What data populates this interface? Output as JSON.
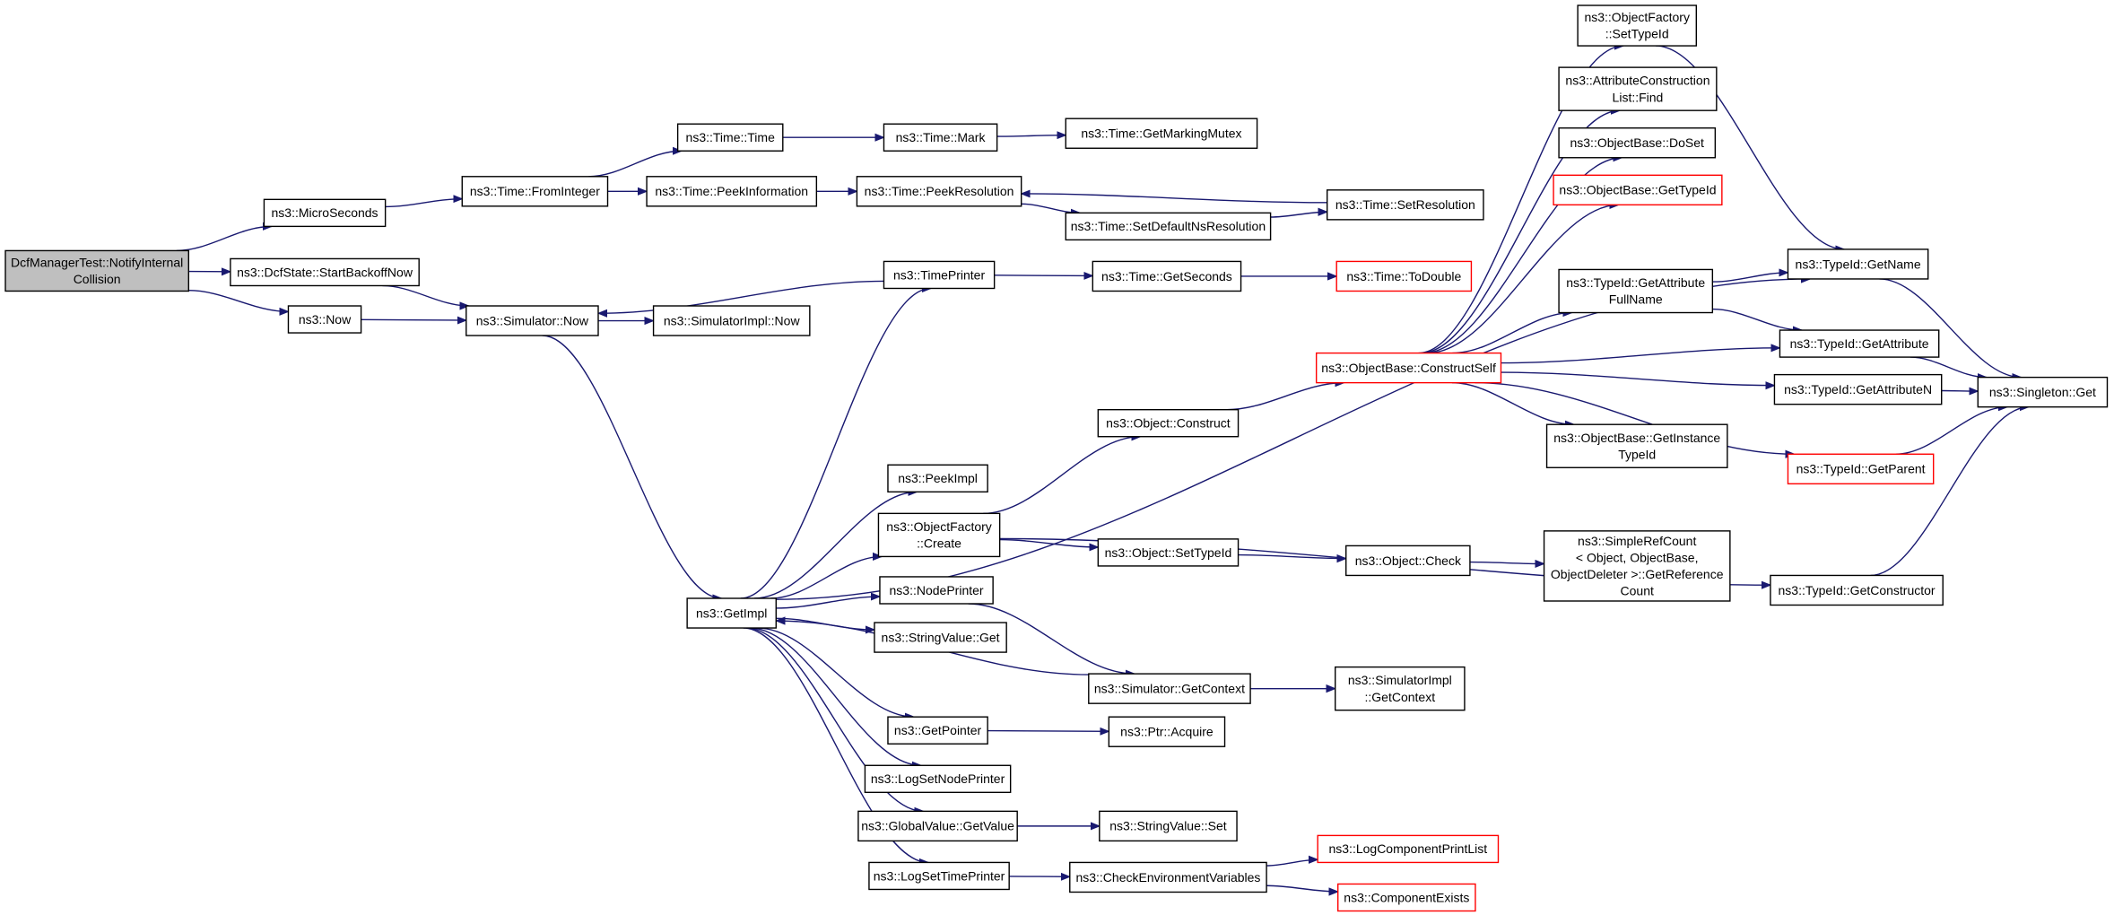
{
  "colors": {
    "edge": "#191970",
    "border_normal": "#000000",
    "border_truncated": "#ff0000",
    "root_fill": "#bfbfbf",
    "node_fill": "#ffffff"
  },
  "nodes": [
    {
      "id": "root",
      "lines": [
        "DcfManagerTest::NotifyInternal",
        "Collision"
      ],
      "style": "root"
    },
    {
      "id": "microseconds",
      "lines": [
        "ns3::MicroSeconds"
      ],
      "style": "normal"
    },
    {
      "id": "startbackoff",
      "lines": [
        "ns3::DcfState::StartBackoffNow"
      ],
      "style": "normal"
    },
    {
      "id": "now",
      "lines": [
        "ns3::Now"
      ],
      "style": "normal"
    },
    {
      "id": "frominteger",
      "lines": [
        "ns3::Time::FromInteger"
      ],
      "style": "normal"
    },
    {
      "id": "simnow",
      "lines": [
        "ns3::Simulator::Now"
      ],
      "style": "normal"
    },
    {
      "id": "simimplnow",
      "lines": [
        "ns3::SimulatorImpl::Now"
      ],
      "style": "normal"
    },
    {
      "id": "timetime",
      "lines": [
        "ns3::Time::Time"
      ],
      "style": "normal"
    },
    {
      "id": "peekinfo",
      "lines": [
        "ns3::Time::PeekInformation"
      ],
      "style": "normal"
    },
    {
      "id": "timemark",
      "lines": [
        "ns3::Time::Mark"
      ],
      "style": "normal"
    },
    {
      "id": "markingmutex",
      "lines": [
        "ns3::Time::GetMarkingMutex"
      ],
      "style": "normal"
    },
    {
      "id": "peekres",
      "lines": [
        "ns3::Time::PeekResolution"
      ],
      "style": "normal"
    },
    {
      "id": "setdefaultns",
      "lines": [
        "ns3::Time::SetDefaultNsResolution"
      ],
      "style": "normal"
    },
    {
      "id": "setres",
      "lines": [
        "ns3::Time::SetResolution"
      ],
      "style": "normal"
    },
    {
      "id": "timeprinter",
      "lines": [
        "ns3::TimePrinter"
      ],
      "style": "normal"
    },
    {
      "id": "getseconds",
      "lines": [
        "ns3::Time::GetSeconds"
      ],
      "style": "normal"
    },
    {
      "id": "todouble",
      "lines": [
        "ns3::Time::ToDouble"
      ],
      "style": "truncated"
    },
    {
      "id": "getimpl",
      "lines": [
        "ns3::GetImpl"
      ],
      "style": "normal"
    },
    {
      "id": "peekimpl",
      "lines": [
        "ns3::PeekImpl"
      ],
      "style": "normal"
    },
    {
      "id": "ofcreate",
      "lines": [
        "ns3::ObjectFactory",
        "::Create"
      ],
      "style": "normal"
    },
    {
      "id": "nodeprinter",
      "lines": [
        "ns3::NodePrinter"
      ],
      "style": "normal"
    },
    {
      "id": "svget",
      "lines": [
        "ns3::StringValue::Get"
      ],
      "style": "normal"
    },
    {
      "id": "getpointer",
      "lines": [
        "ns3::GetPointer"
      ],
      "style": "normal"
    },
    {
      "id": "logsetnode",
      "lines": [
        "ns3::LogSetNodePrinter"
      ],
      "style": "normal"
    },
    {
      "id": "gvgetvalue",
      "lines": [
        "ns3::GlobalValue::GetValue"
      ],
      "style": "normal"
    },
    {
      "id": "logsettime",
      "lines": [
        "ns3::LogSetTimePrinter"
      ],
      "style": "normal"
    },
    {
      "id": "objconstruct",
      "lines": [
        "ns3::Object::Construct"
      ],
      "style": "normal"
    },
    {
      "id": "objsettypeid",
      "lines": [
        "ns3::Object::SetTypeId"
      ],
      "style": "normal"
    },
    {
      "id": "simgetcontext",
      "lines": [
        "ns3::Simulator::GetContext"
      ],
      "style": "normal"
    },
    {
      "id": "ptracquire",
      "lines": [
        "ns3::Ptr::Acquire"
      ],
      "style": "normal"
    },
    {
      "id": "svset",
      "lines": [
        "ns3::StringValue::Set"
      ],
      "style": "normal"
    },
    {
      "id": "checkenv",
      "lines": [
        "ns3::CheckEnvironmentVariables"
      ],
      "style": "normal"
    },
    {
      "id": "constructself",
      "lines": [
        "ns3::ObjectBase::ConstructSelf"
      ],
      "style": "truncated"
    },
    {
      "id": "objcheck",
      "lines": [
        "ns3::Object::Check"
      ],
      "style": "normal"
    },
    {
      "id": "simimplgetcontext",
      "lines": [
        "ns3::SimulatorImpl",
        "::GetContext"
      ],
      "style": "normal"
    },
    {
      "id": "logcomplist",
      "lines": [
        "ns3::LogComponentPrintList"
      ],
      "style": "truncated"
    },
    {
      "id": "compexists",
      "lines": [
        "ns3::ComponentExists"
      ],
      "style": "truncated"
    },
    {
      "id": "ofsettypeid",
      "lines": [
        "ns3::ObjectFactory",
        "::SetTypeId"
      ],
      "style": "normal"
    },
    {
      "id": "aclfind",
      "lines": [
        "ns3::AttributeConstruction",
        "List::Find"
      ],
      "style": "normal"
    },
    {
      "id": "obdoset",
      "lines": [
        "ns3::ObjectBase::DoSet"
      ],
      "style": "normal"
    },
    {
      "id": "obgettypeid",
      "lines": [
        "ns3::ObjectBase::GetTypeId"
      ],
      "style": "truncated"
    },
    {
      "id": "getattrfull",
      "lines": [
        "ns3::TypeId::GetAttribute",
        "FullName"
      ],
      "style": "normal"
    },
    {
      "id": "obgetinst",
      "lines": [
        "ns3::ObjectBase::GetInstance",
        "TypeId"
      ],
      "style": "normal"
    },
    {
      "id": "simplerefcount",
      "lines": [
        "ns3::SimpleRefCount",
        "< Object, ObjectBase,",
        "ObjectDeleter >::GetReference",
        "Count"
      ],
      "style": "normal"
    },
    {
      "id": "tidgetname",
      "lines": [
        "ns3::TypeId::GetName"
      ],
      "style": "normal"
    },
    {
      "id": "tidgetattr",
      "lines": [
        "ns3::TypeId::GetAttribute"
      ],
      "style": "normal"
    },
    {
      "id": "tidgetattrn",
      "lines": [
        "ns3::TypeId::GetAttributeN"
      ],
      "style": "normal"
    },
    {
      "id": "tidgetparent",
      "lines": [
        "ns3::TypeId::GetParent"
      ],
      "style": "truncated"
    },
    {
      "id": "tidgetctor",
      "lines": [
        "ns3::TypeId::GetConstructor"
      ],
      "style": "normal"
    },
    {
      "id": "singletonget",
      "lines": [
        "ns3::Singleton::Get"
      ],
      "style": "normal"
    }
  ],
  "edges": [
    [
      "root",
      "microseconds"
    ],
    [
      "root",
      "startbackoff"
    ],
    [
      "root",
      "now"
    ],
    [
      "microseconds",
      "frominteger"
    ],
    [
      "startbackoff",
      "simnow"
    ],
    [
      "now",
      "simnow"
    ],
    [
      "frominteger",
      "timetime"
    ],
    [
      "frominteger",
      "peekinfo"
    ],
    [
      "timetime",
      "timemark"
    ],
    [
      "timemark",
      "markingmutex"
    ],
    [
      "peekinfo",
      "peekres"
    ],
    [
      "peekres",
      "setdefaultns"
    ],
    [
      "setdefaultns",
      "setres"
    ],
    [
      "setres",
      "peekres"
    ],
    [
      "simnow",
      "simimplnow"
    ],
    [
      "simnow",
      "getimpl"
    ],
    [
      "timeprinter",
      "simnow"
    ],
    [
      "timeprinter",
      "getseconds"
    ],
    [
      "getseconds",
      "todouble"
    ],
    [
      "getimpl",
      "timeprinter"
    ],
    [
      "getimpl",
      "tidgetname"
    ],
    [
      "getimpl",
      "peekimpl"
    ],
    [
      "getimpl",
      "ofcreate"
    ],
    [
      "getimpl",
      "nodeprinter"
    ],
    [
      "getimpl",
      "svget"
    ],
    [
      "getimpl",
      "getpointer"
    ],
    [
      "getimpl",
      "logsetnode"
    ],
    [
      "getimpl",
      "gvgetvalue"
    ],
    [
      "getimpl",
      "logsettime"
    ],
    [
      "ofcreate",
      "objconstruct"
    ],
    [
      "ofcreate",
      "objsettypeid"
    ],
    [
      "ofcreate",
      "tidgetctor"
    ],
    [
      "objconstruct",
      "constructself"
    ],
    [
      "constructself",
      "ofsettypeid"
    ],
    [
      "constructself",
      "aclfind"
    ],
    [
      "constructself",
      "obdoset"
    ],
    [
      "constructself",
      "obgettypeid"
    ],
    [
      "constructself",
      "getattrfull"
    ],
    [
      "constructself",
      "tidgetattr"
    ],
    [
      "constructself",
      "tidgetattrn"
    ],
    [
      "constructself",
      "obgetinst"
    ],
    [
      "constructself",
      "tidgetparent"
    ],
    [
      "objsettypeid",
      "objcheck"
    ],
    [
      "objcheck",
      "simplerefcount"
    ],
    [
      "nodeprinter",
      "simgetcontext"
    ],
    [
      "simgetcontext",
      "getimpl"
    ],
    [
      "simgetcontext",
      "simimplgetcontext"
    ],
    [
      "getpointer",
      "ptracquire"
    ],
    [
      "gvgetvalue",
      "svset"
    ],
    [
      "logsettime",
      "checkenv"
    ],
    [
      "checkenv",
      "logcomplist"
    ],
    [
      "checkenv",
      "compexists"
    ],
    [
      "ofsettypeid",
      "tidgetname"
    ],
    [
      "getattrfull",
      "tidgetname"
    ],
    [
      "getattrfull",
      "tidgetattr"
    ],
    [
      "tidgetname",
      "singletonget"
    ],
    [
      "tidgetattr",
      "singletonget"
    ],
    [
      "tidgetattrn",
      "singletonget"
    ],
    [
      "tidgetparent",
      "singletonget"
    ],
    [
      "tidgetctor",
      "singletonget"
    ]
  ]
}
